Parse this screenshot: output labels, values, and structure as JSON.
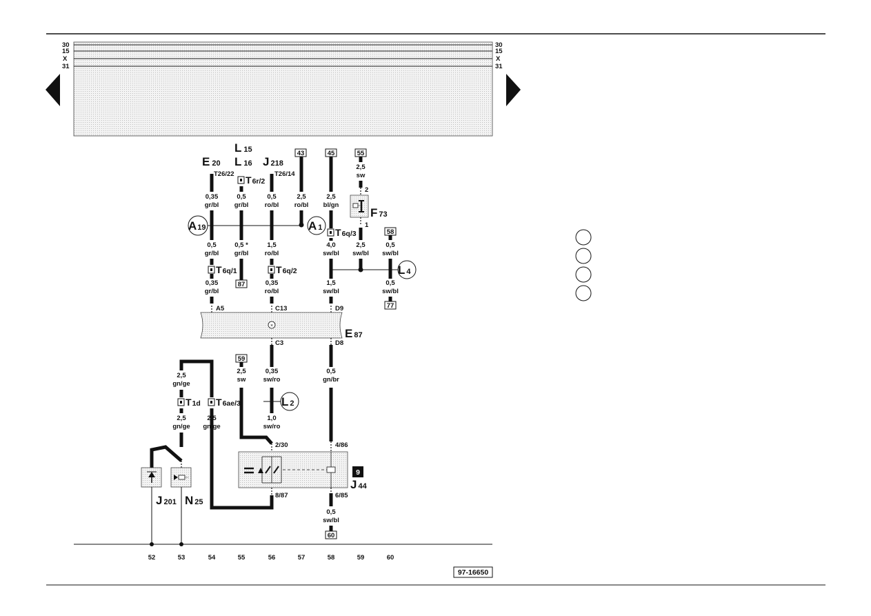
{
  "rails": [
    {
      "left": "30",
      "right": "30"
    },
    {
      "left": "15",
      "right": "15"
    },
    {
      "left": "X",
      "right": "X"
    },
    {
      "left": "31",
      "right": "31"
    }
  ],
  "components": {
    "e20": {
      "letter": "E",
      "sub": "20"
    },
    "l15": {
      "letter": "L",
      "sub": "15"
    },
    "l16": {
      "letter": "L",
      "sub": "16"
    },
    "j218": {
      "letter": "J",
      "sub": "218"
    },
    "a19": {
      "letter": "A",
      "sub": "19"
    },
    "a1": {
      "letter": "A",
      "sub": "1"
    },
    "f73": {
      "letter": "F",
      "sub": "73"
    },
    "l4": {
      "letter": "L",
      "sub": "4"
    },
    "e87": {
      "letter": "E",
      "sub": "87"
    },
    "l2": {
      "letter": "L",
      "sub": "2"
    },
    "j44": {
      "letter": "J",
      "sub": "44"
    },
    "j201": {
      "letter": "J",
      "sub": "201"
    },
    "n25": {
      "letter": "N",
      "sub": "25"
    }
  },
  "connectors": {
    "t26_22": "T26/22",
    "t26_14": "T26/14",
    "t6r2": {
      "main": "T",
      "sub": "6r/2"
    },
    "t6q3": {
      "main": "T",
      "sub": "6q/3"
    },
    "t6q1": {
      "main": "T",
      "sub": "6q/1"
    },
    "t6q2": {
      "main": "T",
      "sub": "6q/2"
    },
    "t1d": {
      "main": "T",
      "sub": "1d"
    },
    "t6ae3": {
      "main": "T",
      "sub": "6ae/3"
    }
  },
  "refs": {
    "r43": "43",
    "r45": "45",
    "r55": "55",
    "r58": "58",
    "r87": "87",
    "r77": "77",
    "r59": "59",
    "r60": "60"
  },
  "relay_no": "9",
  "wires": {
    "c1_top": {
      "size": "0,35",
      "color": "gr/bl"
    },
    "c1_mid": {
      "size": "0,5",
      "color": "gr/bl"
    },
    "c1_bot": {
      "size": "0,35",
      "color": "gr/bl"
    },
    "c2_top": {
      "size": "0,5",
      "color": "gr/bl"
    },
    "c2_mid": {
      "size": "0,5 *",
      "color": "gr/bl"
    },
    "c3_top": {
      "size": "0,5",
      "color": "ro/bl"
    },
    "c3_mid": {
      "size": "1,5",
      "color": "ro/bl"
    },
    "c3_bot": {
      "size": "0,35",
      "color": "ro/bl"
    },
    "c4_top": {
      "size": "2,5",
      "color": "ro/bl"
    },
    "c5_top": {
      "size": "2,5",
      "color": "bl/gn"
    },
    "c5_mid": {
      "size": "4,0",
      "color": "sw/bl"
    },
    "c5_bot": {
      "size": "1,5",
      "color": "sw/bl"
    },
    "c6_top": {
      "size": "2,5",
      "color": "sw"
    },
    "c6_mid": {
      "size": "2,5",
      "color": "sw/bl"
    },
    "c7_top": {
      "size": "0,5",
      "color": "sw/bl"
    },
    "c7_bot": {
      "size": "0,5",
      "color": "sw/bl"
    },
    "b1_top": {
      "size": "2,5",
      "color": "gn/ge"
    },
    "b1_mid": {
      "size": "2,5",
      "color": "gn/ge"
    },
    "b2": {
      "size": "2,5",
      "color": "gn/ge"
    },
    "b3": {
      "size": "2,5",
      "color": "sw"
    },
    "b4_top": {
      "size": "0,35",
      "color": "sw/ro"
    },
    "b4_bot": {
      "size": "1,0",
      "color": "sw/ro"
    },
    "b5_top": {
      "size": "0,5",
      "color": "gn/br"
    },
    "b5_bot": {
      "size": "0,5",
      "color": "sw/bl"
    }
  },
  "pins": {
    "a5": "A5",
    "c13": "C13",
    "d9": "D9",
    "c3": "C3",
    "d8": "D8",
    "p2_30": "2/30",
    "p4_86": "4/86",
    "p8_87": "8/87",
    "p6_85": "6/85",
    "f73_2": "2",
    "f73_1": "1"
  },
  "tracks": [
    "52",
    "53",
    "54",
    "55",
    "56",
    "57",
    "58",
    "59",
    "60"
  ],
  "doc_no": "97-16650"
}
